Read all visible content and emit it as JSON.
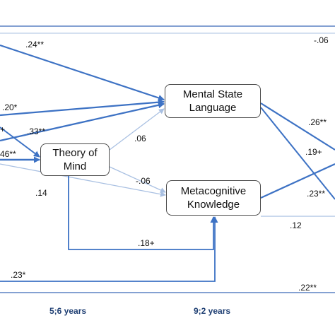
{
  "colors": {
    "strong_path": "#3d72c4",
    "weak_path": "#a9c0e2",
    "frame": "#5b82c3",
    "node_border": "#4a4a4a",
    "age_text": "#1f3f73"
  },
  "nodes": {
    "theory_of_mind": [
      "Theory of",
      "Mind"
    ],
    "mental_state_language": [
      "Mental State",
      "Language"
    ],
    "metacognitive_knowledge": [
      "Metacognitive",
      "Knowledge"
    ]
  },
  "coefficients": {
    "c_24": ".24**",
    "c_neg06_top": "-.06",
    "c_20": ".20*",
    "c_plus_cut": "+",
    "c_33": ".33**",
    "c_46": "46**",
    "c_06": ".06",
    "c_26": ".26**",
    "c_19": ".19+",
    "c_neg06_mid": "-.06",
    "c_14": ".14",
    "c_23_right": ".23**",
    "c_12": ".12",
    "c_18": ".18+",
    "c_23_bottom": ".23*",
    "c_22": ".22**"
  },
  "ages": {
    "first": "5;6 years",
    "second": "9;2 years"
  }
}
